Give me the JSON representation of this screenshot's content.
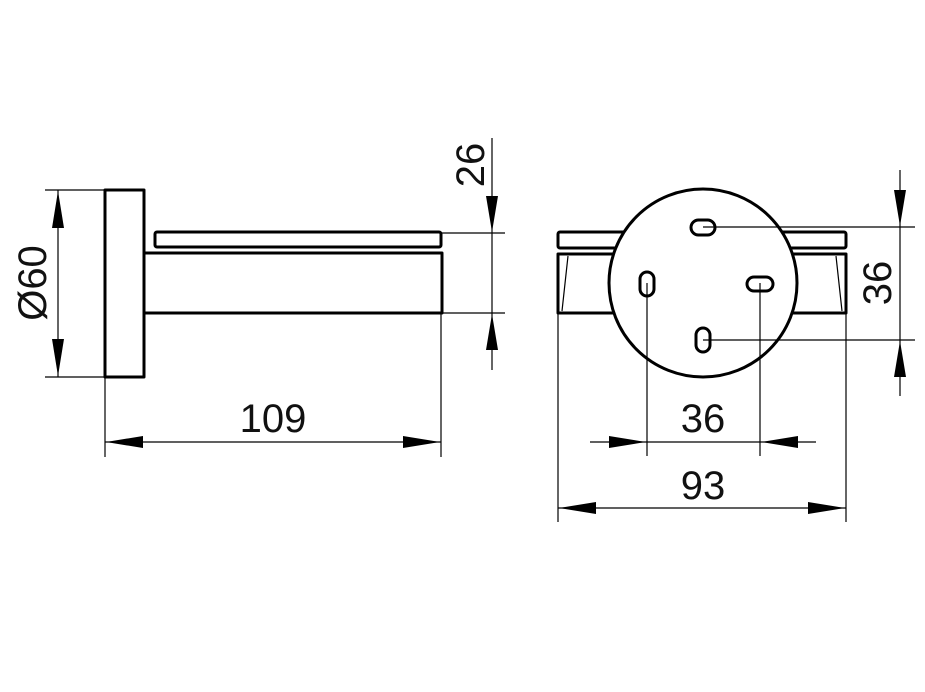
{
  "drawing": {
    "side_view": {
      "diameter_label": "Ø60",
      "height_label": "26",
      "length_label": "109"
    },
    "front_view": {
      "vertical_hole_spacing_label": "36",
      "horizontal_hole_spacing_label": "36",
      "width_label": "93"
    }
  }
}
